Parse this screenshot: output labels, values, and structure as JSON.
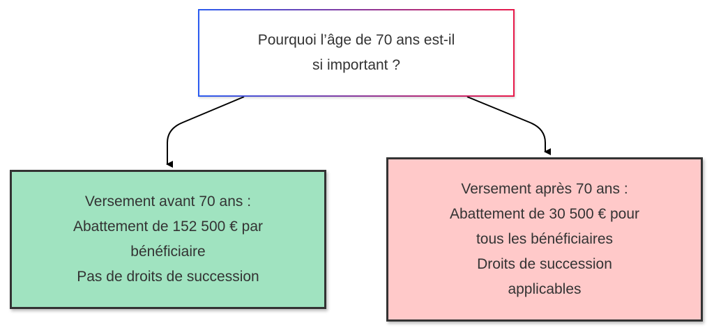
{
  "question": {
    "lines": [
      "Pourquoi l’âge de 70 ans est-il",
      "si important ?"
    ]
  },
  "before": {
    "lines": [
      "Versement avant 70 ans :",
      "Abattement de 152 500 € par",
      "bénéficiaire",
      "Pas de droits de succession"
    ],
    "color": "#a0e3c0"
  },
  "after": {
    "lines": [
      "Versement après 70 ans :",
      "Abattement de 30 500 € pour",
      "tous les bénéficiaires",
      "Droits de succession",
      "applicables"
    ],
    "color": "#ffc9c9"
  }
}
